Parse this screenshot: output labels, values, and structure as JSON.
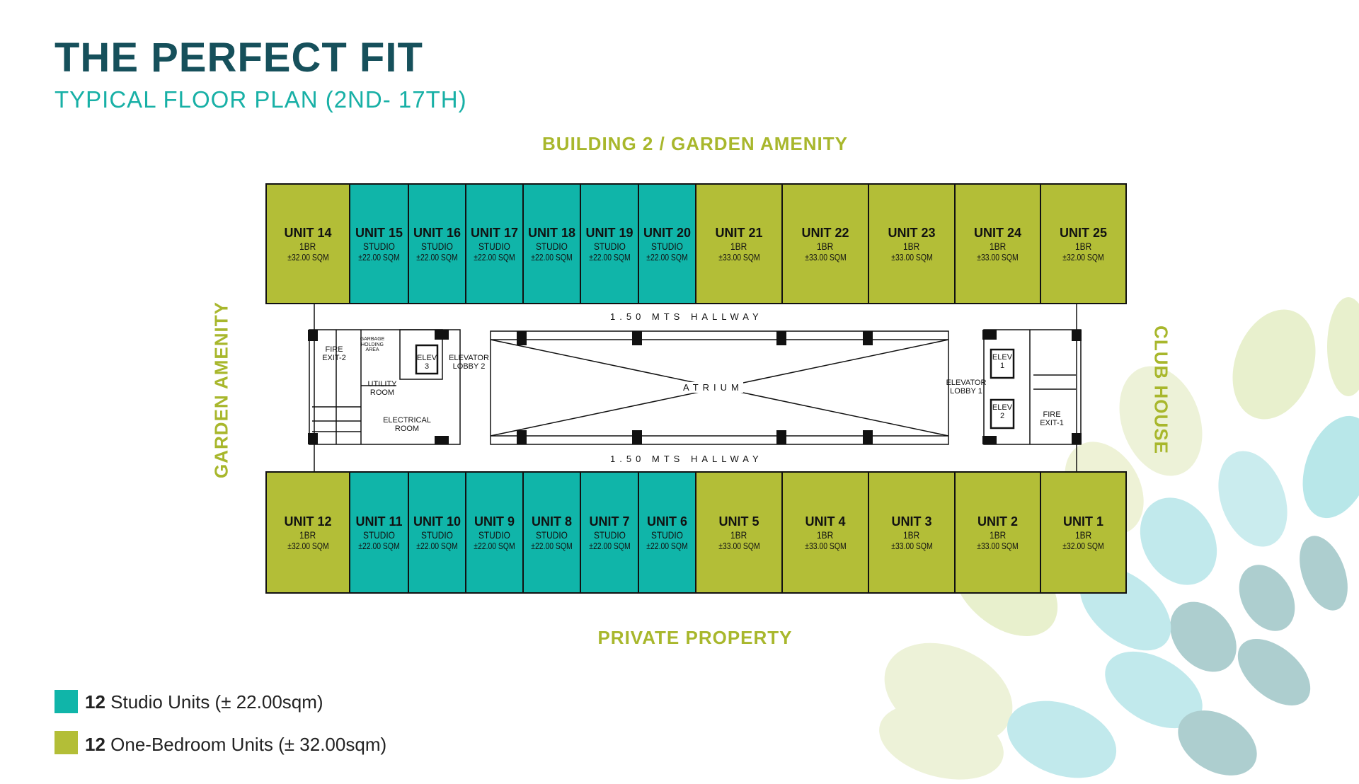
{
  "title": "THE PERFECT FIT",
  "subtitle": "TYPICAL FLOOR PLAN  (2ND- 17TH)",
  "labels": {
    "top": "BUILDING 2 / GARDEN AMENITY",
    "bottom": "PRIVATE PROPERTY",
    "left": "GARDEN AMENITY",
    "right": "CLUB HOUSE"
  },
  "colors": {
    "studio": "#10b5a9",
    "one_br": "#b3be37"
  },
  "top_units": [
    {
      "name": "UNIT 14",
      "type": "1BR",
      "area": "±32.00 SQM"
    },
    {
      "name": "UNIT 15",
      "type": "STUDIO",
      "area": "±22.00 SQM"
    },
    {
      "name": "UNIT 16",
      "type": "STUDIO",
      "area": "±22.00 SQM"
    },
    {
      "name": "UNIT 17",
      "type": "STUDIO",
      "area": "±22.00 SQM"
    },
    {
      "name": "UNIT 18",
      "type": "STUDIO",
      "area": "±22.00 SQM"
    },
    {
      "name": "UNIT 19",
      "type": "STUDIO",
      "area": "±22.00 SQM"
    },
    {
      "name": "UNIT 20",
      "type": "STUDIO",
      "area": "±22.00 SQM"
    },
    {
      "name": "UNIT 21",
      "type": "1BR",
      "area": "±33.00 SQM"
    },
    {
      "name": "UNIT 22",
      "type": "1BR",
      "area": "±33.00 SQM"
    },
    {
      "name": "UNIT 23",
      "type": "1BR",
      "area": "±33.00 SQM"
    },
    {
      "name": "UNIT 24",
      "type": "1BR",
      "area": "±33.00 SQM"
    },
    {
      "name": "UNIT 25",
      "type": "1BR",
      "area": "±32.00 SQM"
    }
  ],
  "bottom_units": [
    {
      "name": "UNIT 12",
      "type": "1BR",
      "area": "±32.00 SQM"
    },
    {
      "name": "UNIT 11",
      "type": "STUDIO",
      "area": "±22.00 SQM"
    },
    {
      "name": "UNIT 10",
      "type": "STUDIO",
      "area": "±22.00 SQM"
    },
    {
      "name": "UNIT 9",
      "type": "STUDIO",
      "area": "±22.00 SQM"
    },
    {
      "name": "UNIT 8",
      "type": "STUDIO",
      "area": "±22.00 SQM"
    },
    {
      "name": "UNIT 7",
      "type": "STUDIO",
      "area": "±22.00 SQM"
    },
    {
      "name": "UNIT 6",
      "type": "STUDIO",
      "area": "±22.00 SQM"
    },
    {
      "name": "UNIT 5",
      "type": "1BR",
      "area": "±33.00 SQM"
    },
    {
      "name": "UNIT 4",
      "type": "1BR",
      "area": "±33.00 SQM"
    },
    {
      "name": "UNIT 3",
      "type": "1BR",
      "area": "±33.00 SQM"
    },
    {
      "name": "UNIT 2",
      "type": "1BR",
      "area": "±33.00 SQM"
    },
    {
      "name": "UNIT 1",
      "type": "1BR",
      "area": "±32.00 SQM"
    }
  ],
  "plan": {
    "hallway": "1.50 MTS HALLWAY",
    "atrium": "ATRIUM",
    "fire_exit_2": "FIRE EXIT-2",
    "garbage": "GARBAGE HOLDING AREA",
    "utility": "UTILITY ROOM",
    "electrical": "ELECTRICAL ROOM",
    "elev3": "ELEV 3",
    "lobby2": "ELEVATOR LOBBY 2",
    "elev1": "ELEV 1",
    "elev2": "ELEV 2",
    "lobby1": "ELEVATOR LOBBY 1",
    "fire_exit_1": "FIRE EXIT-1"
  },
  "legend": [
    {
      "count": "12",
      "text": "Studio Units (± 22.00sqm)"
    },
    {
      "count": "12",
      "text": "One-Bedroom Units (± 32.00sqm)"
    }
  ]
}
